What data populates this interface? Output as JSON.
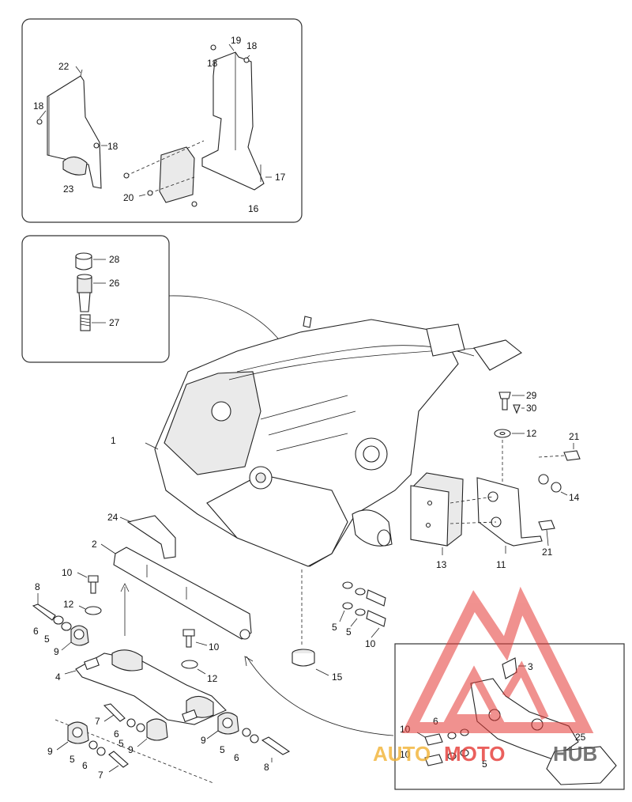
{
  "labels": {
    "p1": "1",
    "p2": "2",
    "p3": "3",
    "p4": "4",
    "p5": "5",
    "p6": "6",
    "p7": "7",
    "p8": "8",
    "p9": "9",
    "p10": "10",
    "p11": "11",
    "p12": "12",
    "p13": "13",
    "p14": "14",
    "p15": "15",
    "p16": "16",
    "p17": "17",
    "p18": "18",
    "p19": "19",
    "p20": "20",
    "p21": "21",
    "p22": "22",
    "p23": "23",
    "p24": "24",
    "p25": "25",
    "p26": "26",
    "p27": "27",
    "p28": "28",
    "p29": "29",
    "p30": "30"
  },
  "watermark": {
    "word1": "AUTO",
    "word2": "MOTO",
    "word3": "HUB",
    "color_primary": "#e53935",
    "color_secondary": "#f2b233",
    "color_dark": "#555555"
  }
}
